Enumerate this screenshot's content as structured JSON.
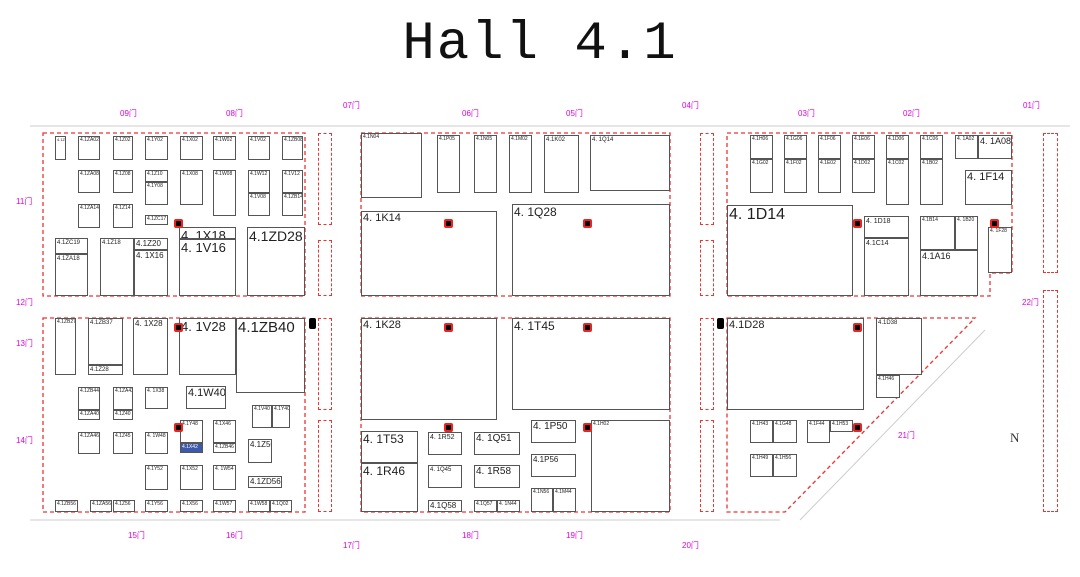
{
  "title": "Hall 4.1",
  "compass": "N",
  "highlight_color": "#3d5aa8",
  "accent_color": "#e22222",
  "gates": [
    "09门",
    "08门",
    "07门",
    "06门",
    "05门",
    "04门",
    "03门",
    "02门",
    "01门",
    "11门",
    "12门",
    "13门",
    "14门",
    "15门",
    "16门",
    "17门",
    "18门",
    "19门",
    "20门",
    "21门",
    "22门"
  ],
  "booths": [
    {
      "label": "4.1ZB02"
    },
    {
      "label": "4.1ZA02"
    },
    {
      "label": "4.1Z02"
    },
    {
      "label": "4.1Y02"
    },
    {
      "label": "4.1X02"
    },
    {
      "label": "4.1W02"
    },
    {
      "label": "4.1V02"
    },
    {
      "label": "4.1ZB08"
    },
    {
      "label": "4.1ZA08"
    },
    {
      "label": "4.1Z08"
    },
    {
      "label": "4.1Z10"
    },
    {
      "label": "4.1Y08"
    },
    {
      "label": "4.1X08"
    },
    {
      "label": "4.1W08"
    },
    {
      "label": "4.1W12"
    },
    {
      "label": "4.1V08"
    },
    {
      "label": "4.1V12"
    },
    {
      "label": "4.1ZB14"
    },
    {
      "label": "4.1ZA14"
    },
    {
      "label": "4.1Z14"
    },
    {
      "label": "4.1ZC17"
    },
    {
      "label": "4.1ZC19"
    },
    {
      "label": "4.1ZA18"
    },
    {
      "label": "4.1Z18"
    },
    {
      "label": "4.1Z20"
    },
    {
      "label": "4. 1X16"
    },
    {
      "label": "4. 1X18"
    },
    {
      "label": "4. 1V16"
    },
    {
      "label": "4.1ZD28"
    },
    {
      "label": "4.1ZB27"
    },
    {
      "label": "4.1ZB37"
    },
    {
      "label": "4.1Z28"
    },
    {
      "label": "4. 1X28"
    },
    {
      "label": "4. 1V28"
    },
    {
      "label": "4.1ZB40"
    },
    {
      "label": "4.1ZB44"
    },
    {
      "label": "4.1ZA40"
    },
    {
      "label": "4.1ZA42"
    },
    {
      "label": "4.1Z40"
    },
    {
      "label": "4. 1X38"
    },
    {
      "label": "4.1W40"
    },
    {
      "label": "4.1V40"
    },
    {
      "label": "4.1Y40"
    },
    {
      "label": "4.1Y48"
    },
    {
      "label": "4.1X42"
    },
    {
      "label": "4.1X46"
    },
    {
      "label": "4.1ZB46"
    },
    {
      "label": "4.1ZA46"
    },
    {
      "label": "4.1Z45"
    },
    {
      "label": "4. 1W48"
    },
    {
      "label": "4.1Z50"
    },
    {
      "label": "4.1Y52"
    },
    {
      "label": "4.1X52"
    },
    {
      "label": "4. 1W54"
    },
    {
      "label": "4.1ZD56"
    },
    {
      "label": "4.1ZB56"
    },
    {
      "label": "4.1ZA56"
    },
    {
      "label": "4.1Z56"
    },
    {
      "label": "4.1Y56"
    },
    {
      "label": "4.1X56"
    },
    {
      "label": "4.1W57"
    },
    {
      "label": "4.1W58"
    },
    {
      "label": "4.1Q02"
    },
    {
      "label": "4.1N04"
    },
    {
      "label": "4.1P05"
    },
    {
      "label": "4.1N05"
    },
    {
      "label": "4.1M02"
    },
    {
      "label": "4.1K02"
    },
    {
      "label": "4. 1Q14"
    },
    {
      "label": "4. 1K14"
    },
    {
      "label": "4. 1Q28"
    },
    {
      "label": "4. 1K28"
    },
    {
      "label": "4. 1T45"
    },
    {
      "label": "4. 1T53"
    },
    {
      "label": "4. 1R46"
    },
    {
      "label": "4. 1R52"
    },
    {
      "label": "4. 1Q45"
    },
    {
      "label": "4. 1Q51"
    },
    {
      "label": "4. 1R58"
    },
    {
      "label": "4.1Q58"
    },
    {
      "label": "4.1Q57"
    },
    {
      "label": "4. 1N44"
    },
    {
      "label": "4. 1P50"
    },
    {
      "label": "4.1P56"
    },
    {
      "label": "4.1N56"
    },
    {
      "label": "4.1M44"
    },
    {
      "label": "4.1H02"
    },
    {
      "label": "4.1H06"
    },
    {
      "label": "4.1G02"
    },
    {
      "label": "4.1G06"
    },
    {
      "label": "4.1F02"
    },
    {
      "label": "4.1F06"
    },
    {
      "label": "4.1E02"
    },
    {
      "label": "4.1E06"
    },
    {
      "label": "4.1D02"
    },
    {
      "label": "4.1D06"
    },
    {
      "label": "4.1C02"
    },
    {
      "label": "4.1C06"
    },
    {
      "label": "4.1B02"
    },
    {
      "label": "4. 1A02"
    },
    {
      "label": "4. 1A08"
    },
    {
      "label": "4. 1F14"
    },
    {
      "label": "4. 1D14"
    },
    {
      "label": "4. 1D18"
    },
    {
      "label": "4.1C14"
    },
    {
      "label": "4.1B14"
    },
    {
      "label": "4. 1B20"
    },
    {
      "label": "4.1A16"
    },
    {
      "label": "4. 1F28"
    },
    {
      "label": "4.1D28"
    },
    {
      "label": "4.1D38"
    },
    {
      "label": "4.1H46"
    },
    {
      "label": "4.1H43"
    },
    {
      "label": "4.1G48"
    },
    {
      "label": "4.1F44"
    },
    {
      "label": "4.1H53"
    },
    {
      "label": "4.1H49"
    },
    {
      "label": "4.1H56"
    }
  ],
  "highlight_booth": "4.1X42"
}
